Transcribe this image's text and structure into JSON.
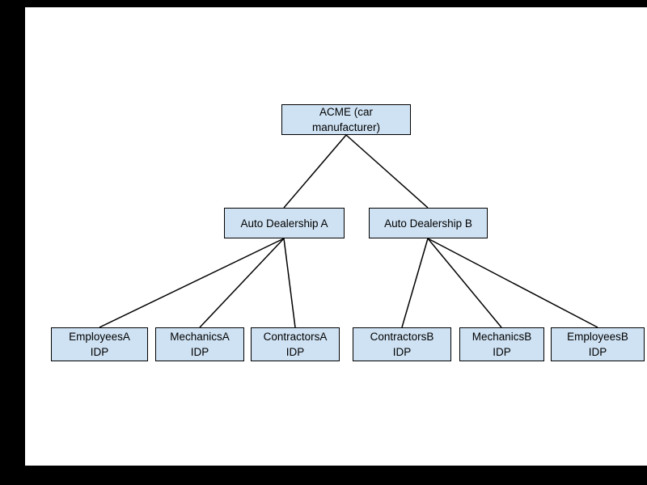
{
  "colors": {
    "background": "#000000",
    "canvas": "#ffffff",
    "node_fill": "#cfe2f3",
    "node_border": "#000000",
    "connector": "#000000",
    "text": "#000000"
  },
  "diagram": {
    "type": "hierarchy",
    "nodes": [
      {
        "id": "acme",
        "label": "ACME (car manufacturer)",
        "lines": [
          "ACME (car",
          "manufacturer)"
        ]
      },
      {
        "id": "dealership-a",
        "label": "Auto Dealership A",
        "lines": [
          "Auto Dealership A"
        ]
      },
      {
        "id": "dealership-b",
        "label": "Auto Dealership B",
        "lines": [
          "Auto Dealership B"
        ]
      },
      {
        "id": "employees-a-idp",
        "label": "EmployeesA IDP",
        "lines": [
          "EmployeesA",
          "IDP"
        ]
      },
      {
        "id": "mechanics-a-idp",
        "label": "MechanicsA IDP",
        "lines": [
          "MechanicsA",
          "IDP"
        ]
      },
      {
        "id": "contractors-a-idp",
        "label": "ContractorsA IDP",
        "lines": [
          "ContractorsA",
          "IDP"
        ]
      },
      {
        "id": "contractors-b-idp",
        "label": "ContractorsB IDP",
        "lines": [
          "ContractorsB",
          "IDP"
        ]
      },
      {
        "id": "mechanics-b-idp",
        "label": "MechanicsB IDP",
        "lines": [
          "MechanicsB",
          "IDP"
        ]
      },
      {
        "id": "employees-b-idp",
        "label": "EmployeesB IDP",
        "lines": [
          "EmployeesB",
          "IDP"
        ]
      }
    ],
    "edges": [
      {
        "from": "acme",
        "to": "dealership-a"
      },
      {
        "from": "acme",
        "to": "dealership-b"
      },
      {
        "from": "dealership-a",
        "to": "employees-a-idp"
      },
      {
        "from": "dealership-a",
        "to": "mechanics-a-idp"
      },
      {
        "from": "dealership-a",
        "to": "contractors-a-idp"
      },
      {
        "from": "dealership-b",
        "to": "contractors-b-idp"
      },
      {
        "from": "dealership-b",
        "to": "mechanics-b-idp"
      },
      {
        "from": "dealership-b",
        "to": "employees-b-idp"
      }
    ]
  }
}
